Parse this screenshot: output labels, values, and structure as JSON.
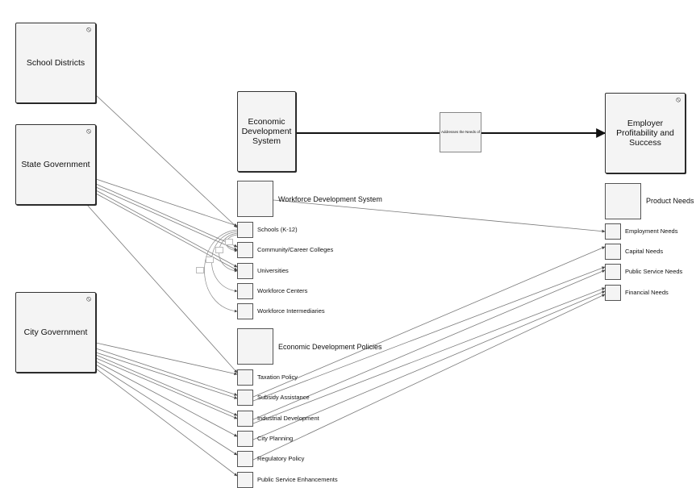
{
  "actors": {
    "school_districts": "School Districts",
    "state_government": "State Government",
    "city_government": "City Government"
  },
  "main": {
    "economic_development_system": "Economic Development System",
    "employer_success": "Employer Profitability and Success",
    "link_label": "Addresses the Needs of"
  },
  "workforce": {
    "title": "Workforce Development System",
    "items": [
      "Schools (K-12)",
      "Community/Career Colleges",
      "Universities",
      "Workforce Centers",
      "Workforce Intermediaries"
    ]
  },
  "policies": {
    "title": "Economic Development Policies",
    "items": [
      "Taxation Policy",
      "Subsidy Assistance",
      "Industrial Development",
      "City Planning",
      "Regulatory Policy",
      "Public Service Enhancements"
    ]
  },
  "needs": {
    "title": "Product Needs",
    "items": [
      "Employment Needs",
      "Capital Needs",
      "Public Service Needs",
      "Financial Needs"
    ]
  },
  "icons": {
    "hidden_marker": "eye-slash-icon"
  }
}
